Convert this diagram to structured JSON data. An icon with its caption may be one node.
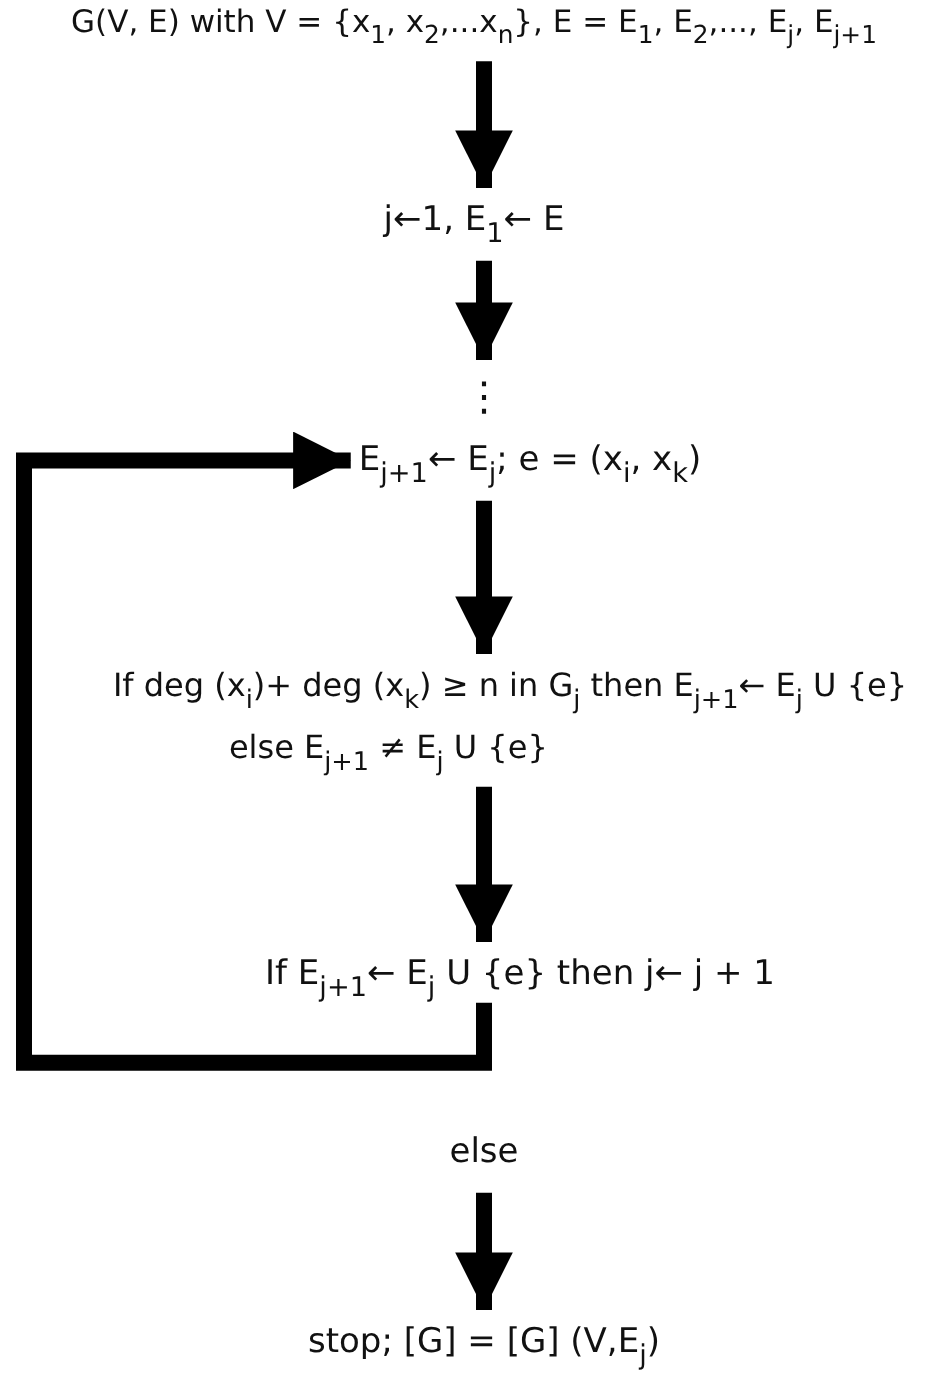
{
  "diagram": {
    "nodes": [
      {
        "text": [
          "G(V, E) with V = {x$_{1}$, x$_{2}$,...x$_{n}$}, E = E$_{1}$, E$_{2}$,..., E$_{j}$, E$_{j+1}$"
        ]
      },
      {
        "text": [
          "j←1, E$_{1}$← E"
        ]
      },
      {
        "text": [
          "⋮"
        ]
      },
      {
        "text": [
          "E$_{j+1}$← E$_{j}$; e = (x$_{i}$, x$_{k}$)"
        ]
      },
      {
        "text": [
          "If deg (x$_{i}$)+ deg (x$_{k}$) ≥ n in G$_{j}$ then E$_{j+1}$← E$_{j}$ U {e}",
          "else  E$_{j+1}$ ≠  E$_{j}$ U {e}"
        ]
      },
      {
        "text": [
          "If  E$_{j+1}$← E$_{j}$ U {e} then j← j + 1"
        ]
      },
      {
        "text": [
          "else"
        ]
      },
      {
        "text": [
          "stop; [G] = [G] (V,E$_{j}$)"
        ]
      }
    ],
    "edges": [
      {
        "from": 0,
        "to": 1,
        "arrow": "to"
      },
      {
        "from": 1,
        "to": 2,
        "arrow": "to"
      },
      {
        "from": 3,
        "to": 4,
        "arrow": "to"
      },
      {
        "from": 4,
        "to": 5,
        "arrow": "to"
      },
      {
        "from": 5,
        "to": 3,
        "arrow": "to"
      },
      {
        "from": 6,
        "to": 7,
        "arrow": "to"
      }
    ]
  }
}
